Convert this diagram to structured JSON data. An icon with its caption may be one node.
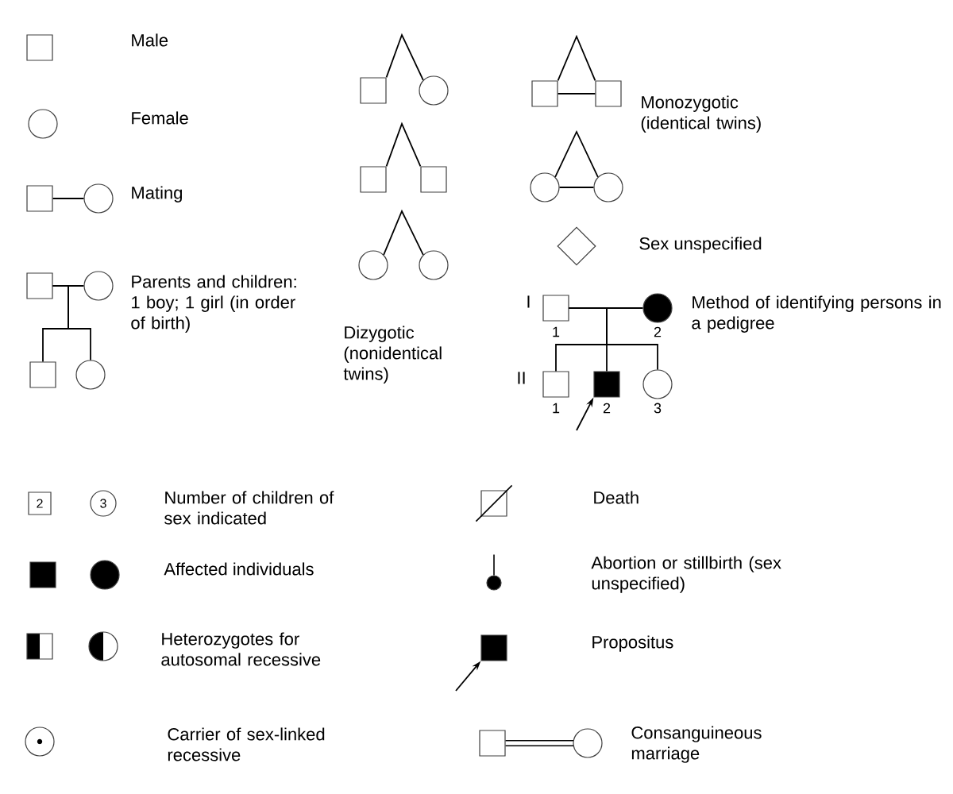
{
  "diagram": {
    "nodes": [
      {
        "text": [],
        "shape": "box"
      },
      {
        "text": [],
        "shape": "circle"
      },
      {
        "text": [],
        "shape": "box"
      },
      {
        "text": [],
        "shape": "circle"
      },
      {
        "text": [],
        "shape": "box"
      },
      {
        "text": [],
        "shape": "circle"
      },
      {
        "text": [],
        "shape": "box"
      },
      {
        "text": [],
        "shape": "circle"
      },
      {
        "text": [],
        "shape": "box"
      },
      {
        "text": [],
        "shape": "circle"
      },
      {
        "text": [],
        "shape": "box"
      },
      {
        "text": [],
        "shape": "box"
      },
      {
        "text": [],
        "shape": "circle"
      },
      {
        "text": [],
        "shape": "circle"
      },
      {
        "text": [],
        "shape": "box"
      },
      {
        "text": [],
        "shape": "box"
      },
      {
        "text": [],
        "shape": "circle"
      },
      {
        "text": [],
        "shape": "circle"
      },
      {
        "text": [],
        "shape": "diamond"
      },
      {
        "text": [],
        "shape": "box",
        "beside": [
          "1"
        ]
      },
      {
        "text": [],
        "shape": "filled-circle",
        "beside": [
          "2"
        ]
      },
      {
        "text": [],
        "shape": "box",
        "beside": [
          "1"
        ]
      },
      {
        "text": [],
        "shape": "filled-box",
        "beside": [
          "2"
        ]
      },
      {
        "text": [],
        "shape": "circle",
        "beside": [
          "3"
        ]
      },
      {
        "text": [
          "2"
        ]
      },
      {
        "text": [
          "3"
        ]
      },
      {
        "text": [],
        "shape": "crossed-box"
      },
      {
        "text": [],
        "shape": "filled-box"
      },
      {
        "text": [],
        "shape": "filled-circle"
      },
      {
        "text": [],
        "shape": "dot"
      },
      {
        "text": [],
        "shape": "half-box"
      },
      {
        "text": [],
        "shape": "half-circle"
      },
      {
        "text": [],
        "shape": "filled-box"
      },
      {
        "text": [],
        "shape": "dotted-circle"
      },
      {
        "text": [],
        "shape": "box"
      },
      {
        "text": [],
        "shape": "circle"
      }
    ],
    "edges": [
      {
        "from": 2,
        "to": 3,
        "arrow": "none"
      },
      {
        "from": 4,
        "to": 5,
        "arrow": "none"
      },
      {
        "from": 4,
        "to": 6,
        "arrow": "none"
      },
      {
        "from": 4,
        "to": 7,
        "arrow": "none"
      },
      {
        "from": 8,
        "to": 9,
        "arrow": "none"
      },
      {
        "from": 10,
        "to": 11,
        "arrow": "none"
      },
      {
        "from": 12,
        "to": 13,
        "arrow": "none"
      },
      {
        "from": 14,
        "to": 15,
        "arrow": "none"
      },
      {
        "from": 14,
        "to": 15,
        "arrow": "none"
      },
      {
        "from": 16,
        "to": 17,
        "arrow": "none"
      },
      {
        "from": 16,
        "to": 17,
        "arrow": "none"
      },
      {
        "from": 19,
        "to": 20,
        "arrow": "none"
      },
      {
        "from": 19,
        "to": 21,
        "arrow": "none"
      },
      {
        "from": 19,
        "to": 22,
        "arrow": "none"
      },
      {
        "from": 19,
        "to": 23,
        "arrow": "none"
      },
      {
        "from": null,
        "to": 22,
        "arrow": "to"
      },
      {
        "from": null,
        "to": 32,
        "arrow": "to"
      },
      {
        "from": 34,
        "to": 35,
        "arrow": "none"
      },
      {
        "from": 34,
        "to": 35,
        "arrow": "none"
      }
    ],
    "labels": [
      "Male",
      "Female",
      "Mating",
      "Parents and children: 1 boy; 1 girl (in order of birth)",
      "Dizygotic (nonidentical twins)",
      "Monozygotic (identical twins)",
      "Sex unspecified",
      "I",
      "II",
      "Method of identifying persons in a pedigree",
      "Number of children of sex indicated",
      "Death",
      "Affected individuals",
      "Abortion or stillbirth (sex unspecified)",
      "Heterozygotes for autosomal recessive",
      "Propositus",
      "Carrier of sex-linked recessive",
      "Consanguineous marriage"
    ]
  }
}
